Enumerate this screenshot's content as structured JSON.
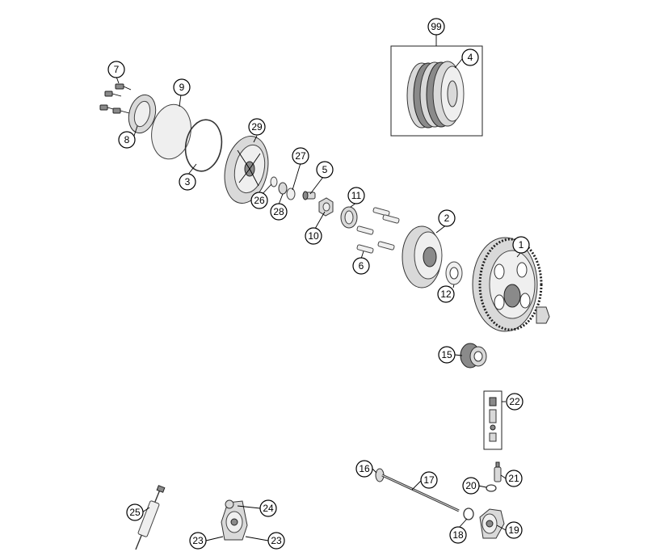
{
  "callouts": {
    "c1": "1",
    "c2": "2",
    "c3": "3",
    "c4": "4",
    "c5": "5",
    "c6": "6",
    "c7": "7",
    "c8": "8",
    "c9": "9",
    "c10": "10",
    "c11": "11",
    "c12": "12",
    "c15": "15",
    "c16": "16",
    "c17": "17",
    "c18": "18",
    "c19": "19",
    "c20": "20",
    "c21": "21",
    "c22": "22",
    "c23a": "23",
    "c23b": "23",
    "c24": "24",
    "c25": "25",
    "c26": "26",
    "c27": "27",
    "c28": "28",
    "c29": "29",
    "c99": "99"
  },
  "colors": {
    "line": "#000000",
    "part_fill": "#d9d9d9",
    "part_dark": "#8a8a8a"
  }
}
